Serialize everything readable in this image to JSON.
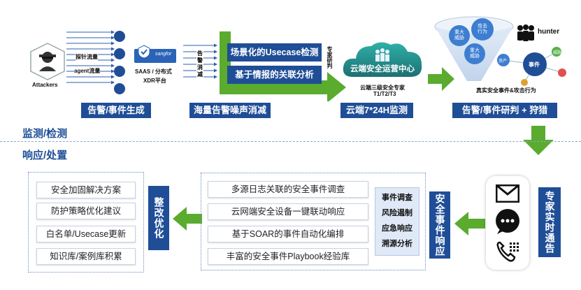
{
  "top": {
    "attackers_label": "Attackers",
    "probe_label": "探针流量",
    "agent_label": "agent流量",
    "saas_line1": "SAAS / 分布式",
    "saas_line2": "XDR平台",
    "saas_device_text": "sangfor",
    "noise_words": [
      "告",
      "警",
      "消",
      "减"
    ],
    "usecase_label": "场景化的Usecase检测",
    "intel_label": "基于情报的关联分析",
    "expert_vertical": "专家研判",
    "cloud_label": "云端安全运营中心",
    "cloud_sub1": "云端三级安全专家",
    "cloud_sub2": "T1/T2/T3",
    "funnel_items": [
      "重大威胁",
      "攻击行为",
      "重大威胁"
    ],
    "hunter_label": "hunter",
    "event_label": "事件",
    "small_node1": "威胁",
    "small_node2": "资产",
    "real_event": "真实安全事件&攻击行为",
    "stage1": "告警/事件生成",
    "stage2": "海量告警噪声消减",
    "stage3": "云端7*24H监测",
    "stage4": "告警/事件研判 + 狩猎"
  },
  "divider": {
    "monitor_label": "监测/检测",
    "response_label": "响应/处置"
  },
  "bottom": {
    "left_items": [
      "安全加固解决方案",
      "防护策略优化建议",
      "白名单/Usecase更新",
      "知识库/案例库积累"
    ],
    "rectify_label": "整改优化",
    "mid_items": [
      "多源日志关联的安全事件调查",
      "云网端安全设备一键联动响应",
      "基于SOAR的事件自动化编排",
      "丰富的安全事件Playbook经验库"
    ],
    "mid_side_items": [
      "事件调查",
      "风险遏制",
      "应急响应",
      "溯源分析"
    ],
    "response_label": "安全事件响应",
    "notify_label": "专家实时通告"
  },
  "colors": {
    "dark_blue": "#1f4e97",
    "green": "#5aab2e",
    "teal": "#2a8f8a"
  }
}
